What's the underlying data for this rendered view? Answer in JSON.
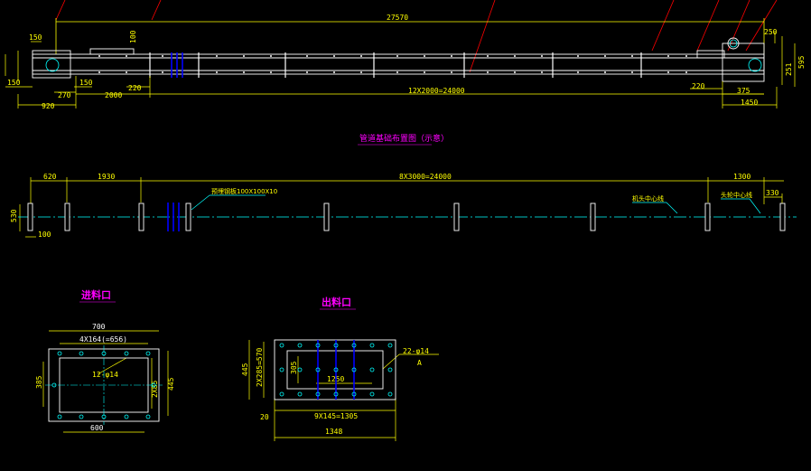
{
  "colors": {
    "background": "#000000",
    "dimension": "#ffff00",
    "outline": "#ffffff",
    "centerline": "#00ffff",
    "title": "#ff00ff",
    "leader": "#ff0000",
    "bolt": "#0000ff"
  },
  "elevation": {
    "dims": {
      "overall": "27570",
      "d150_top": "150",
      "d100_top": "100",
      "d250_right": "250",
      "d595_right": "595",
      "d251_right": "251",
      "d150_left": "150",
      "d270": "270",
      "d150_mid": "150",
      "d920": "920",
      "d2000": "2000",
      "d220": "220",
      "d12x2000": "12X2000=24000",
      "d220_right": "220",
      "d375": "375",
      "d1450": "1450"
    }
  },
  "plan": {
    "title": "管道基础布置图（示意）",
    "dims": {
      "d620": "620",
      "d1930": "1930",
      "d8x3000": "8X3000=24000",
      "d1300": "1300",
      "d330": "330",
      "d530": "530",
      "d100": "100"
    },
    "labels": {
      "anchor_note": "预埋钢板100X100X10",
      "center_mark": "机头中心线",
      "head_mark": "头轮中心线"
    }
  },
  "inlet": {
    "title": "进料口",
    "dims": {
      "w700": "700",
      "pitch": "4X164(=656)",
      "holes": "12-φ14",
      "h385": "385",
      "h2x85": "2X85",
      "h445": "445",
      "w600": "600"
    }
  },
  "outlet": {
    "title": "出料口",
    "dims": {
      "holes": "22-φ14",
      "h445": "445",
      "pitch_v": "2X285=570",
      "h305": "305",
      "w1250": "1250",
      "d20": "20",
      "pitch_h": "9X145=1305",
      "w1348": "1348",
      "section": "A"
    }
  }
}
